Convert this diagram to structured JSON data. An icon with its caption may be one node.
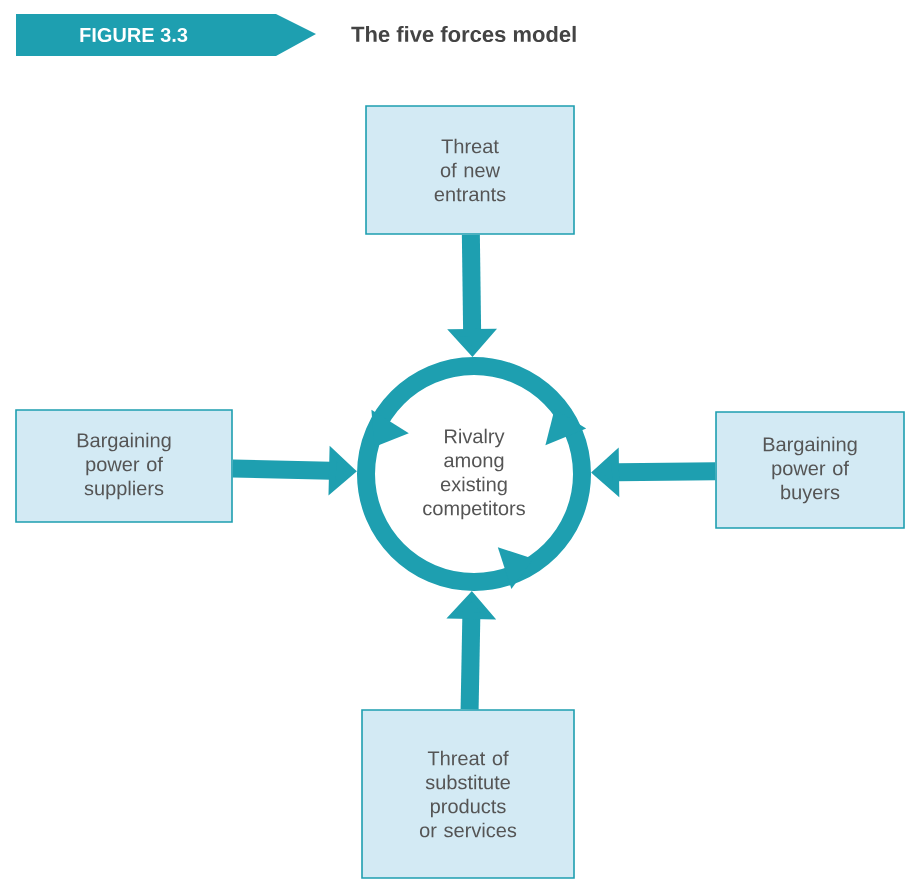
{
  "diagram": {
    "title": "The five forces model",
    "nodes": [
      {
        "text": [
          "Threat of new entrants"
        ]
      },
      {
        "text": [
          "Bargaining power of suppliers"
        ]
      },
      {
        "text": [
          "Rivalry among existing competitors"
        ]
      },
      {
        "text": [
          "Bargaining power of buyers"
        ]
      },
      {
        "text": [
          "Threat of substitute products or services"
        ]
      }
    ],
    "edges": [
      {
        "from": 0,
        "to": 2,
        "arrow": "to"
      },
      {
        "from": 1,
        "to": 2,
        "arrow": "to"
      },
      {
        "from": 3,
        "to": 2,
        "arrow": "to"
      },
      {
        "from": 4,
        "to": 2,
        "arrow": "to"
      }
    ],
    "labels": [
      "FIGURE 3.3"
    ]
  }
}
